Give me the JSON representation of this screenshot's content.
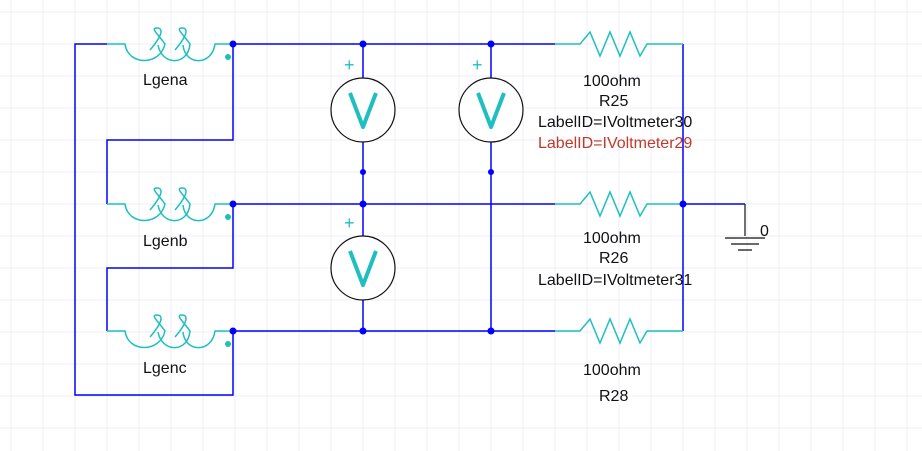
{
  "colors": {
    "wire": "#0000ff",
    "component": "#1fbfbf",
    "grid": "#ececf8",
    "text": "#111111"
  },
  "inductors": [
    {
      "name": "Lgena"
    },
    {
      "name": "Lgenb"
    },
    {
      "name": "Lgenc"
    }
  ],
  "resistors": [
    {
      "value": "100ohm",
      "name": "R25",
      "label": "LabelID=IVoltmeter30",
      "label_overlap": "LabelID=IVoltmeter29"
    },
    {
      "value": "100ohm",
      "name": "R26",
      "label": "LabelID=IVoltmeter31"
    },
    {
      "value": "100ohm",
      "name": "R28"
    }
  ],
  "voltmeters": [
    {
      "symbol": "V",
      "polarity": "+"
    },
    {
      "symbol": "V",
      "polarity": "+"
    },
    {
      "symbol": "V",
      "polarity": "+"
    }
  ],
  "ground": {
    "label": "0"
  }
}
